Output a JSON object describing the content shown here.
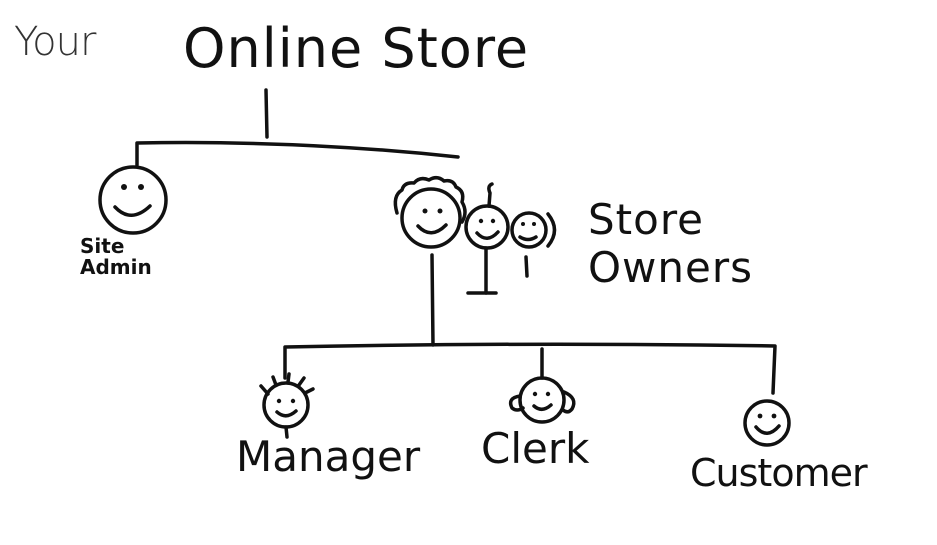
{
  "title": {
    "prefix": "Your",
    "main": "Online Store"
  },
  "nodes": {
    "site_admin": {
      "line1": "Site",
      "line2": "Admin"
    },
    "store_owners": {
      "line1": "Store",
      "line2": "Owners"
    },
    "manager": "Manager",
    "clerk": "Clerk",
    "customer": "Customer"
  },
  "icons": [
    "site-admin-face-icon",
    "store-owner-curly-face-icon",
    "store-owner-kid-face-icon",
    "store-owner-small-face-icon",
    "manager-spiky-face-icon",
    "clerk-face-icon",
    "customer-face-icon"
  ],
  "colors": {
    "ink": "#111111",
    "background": "#ffffff"
  }
}
